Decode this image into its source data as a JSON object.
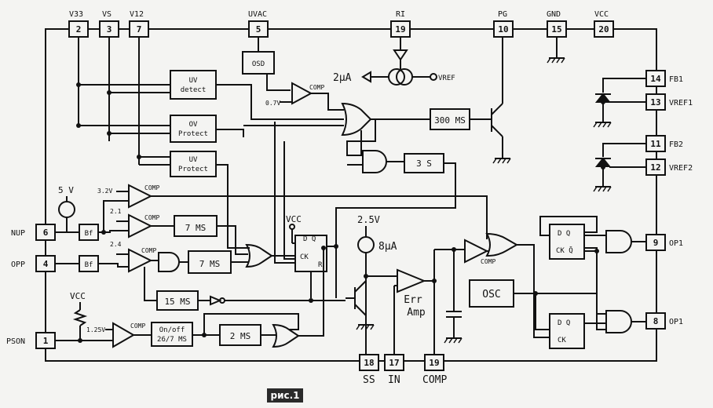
{
  "pins": [
    {
      "id": "p2",
      "num": "2",
      "label": "V33"
    },
    {
      "id": "p3",
      "num": "3",
      "label": "VS"
    },
    {
      "id": "p7",
      "num": "7",
      "label": "V12"
    },
    {
      "id": "p5",
      "num": "5",
      "label": "UVAC"
    },
    {
      "id": "p19a",
      "num": "19",
      "label": "RI"
    },
    {
      "id": "p10",
      "num": "10",
      "label": "PG"
    },
    {
      "id": "p15",
      "num": "15",
      "label": "GND"
    },
    {
      "id": "p20",
      "num": "20",
      "label": "VCC"
    },
    {
      "id": "p14",
      "num": "14",
      "label": "FB1"
    },
    {
      "id": "p13",
      "num": "13",
      "label": "VREF1"
    },
    {
      "id": "p11",
      "num": "11",
      "label": "FB2"
    },
    {
      "id": "p12",
      "num": "12",
      "label": "VREF2"
    },
    {
      "id": "p9",
      "num": "9",
      "label": "OP1"
    },
    {
      "id": "p8",
      "num": "8",
      "label": "OP1"
    },
    {
      "id": "p6",
      "num": "6",
      "label": "NUP"
    },
    {
      "id": "p4",
      "num": "4",
      "label": "OPP"
    },
    {
      "id": "p1",
      "num": "1",
      "label": "PSON"
    },
    {
      "id": "p18",
      "num": "18",
      "label": "SS"
    },
    {
      "id": "p17",
      "num": "17",
      "label": "IN"
    },
    {
      "id": "p19b",
      "num": "19",
      "label": "COMP"
    }
  ],
  "blocks": {
    "osd": "OSD",
    "uv_detect": [
      "UV",
      "detect"
    ],
    "ov_protect": [
      "OV",
      "Protect"
    ],
    "uv_protect": [
      "UV",
      "Protect"
    ],
    "t300": "300 MS",
    "t3s": "3 S",
    "t7a": "7 MS",
    "t7b": "7 MS",
    "t15": "15 MS",
    "t2": "2 MS",
    "onoff": [
      "On/off",
      "26/7 MS"
    ],
    "osc": "OSC",
    "bf1": "Bf",
    "bf2": "Bf",
    "err_amp": [
      "Err",
      "Amp"
    ]
  },
  "labels": {
    "comp": "COMP",
    "v07": "0.7V",
    "v32": "3.2V",
    "v21": "2.1",
    "v24": "2.4",
    "v125": "1.25V",
    "v5": "5 V",
    "vcc_a": "VCC",
    "vcc_b": "VCC",
    "v25": "2.5V",
    "i8": "8μA",
    "i2": "2μA",
    "vref": "VREF",
    "dq": "D Q",
    "ckr": "CK",
    "r": "R",
    "ckq": "CK Q̄",
    "ck": "CK"
  },
  "caption": "рис.1"
}
